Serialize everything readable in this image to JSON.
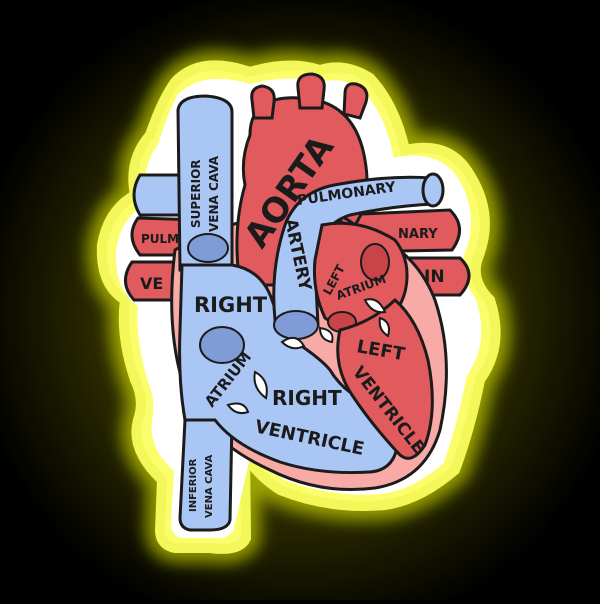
{
  "colors": {
    "background": "#000000",
    "glow": "#e8f000",
    "neon_border": "#f4f75a",
    "acrylic_edge": "#ffffff",
    "oxygenated_red": "#e05a5e",
    "deoxygenated_blue": "#a9c6f5",
    "muscle_pink": "#f7aaa6",
    "ink": "#1b1b1b"
  },
  "icons": [
    "heart-illustration"
  ],
  "labels": {
    "aorta": "AORTA",
    "superior_vena_cava_1": "SUPERIOR",
    "superior_vena_cava_2": "VENA CAVA",
    "inferior_vena_cava_1": "INFERIOR",
    "inferior_vena_cava_2": "VENA CAVA",
    "pulmonary_artery_1": "PULMONARY",
    "pulmonary_artery_2": "ARTERY",
    "pulmonary_vein_left_fragment_1": "PULM",
    "pulmonary_vein_left_fragment_2": "VE",
    "pulmonary_vein_right_fragment_1": "NARY",
    "pulmonary_vein_right_fragment_2": "IN",
    "right_atrium_1": "RIGHT",
    "right_atrium_2": "ATRIUM",
    "right_ventricle_1": "RIGHT",
    "right_ventricle_2": "VENTRICLE",
    "left_atrium_1": "LEFT",
    "left_atrium_2": "ATRIUM",
    "left_ventricle_1": "LEFT",
    "left_ventricle_2": "VENTRICLE"
  }
}
